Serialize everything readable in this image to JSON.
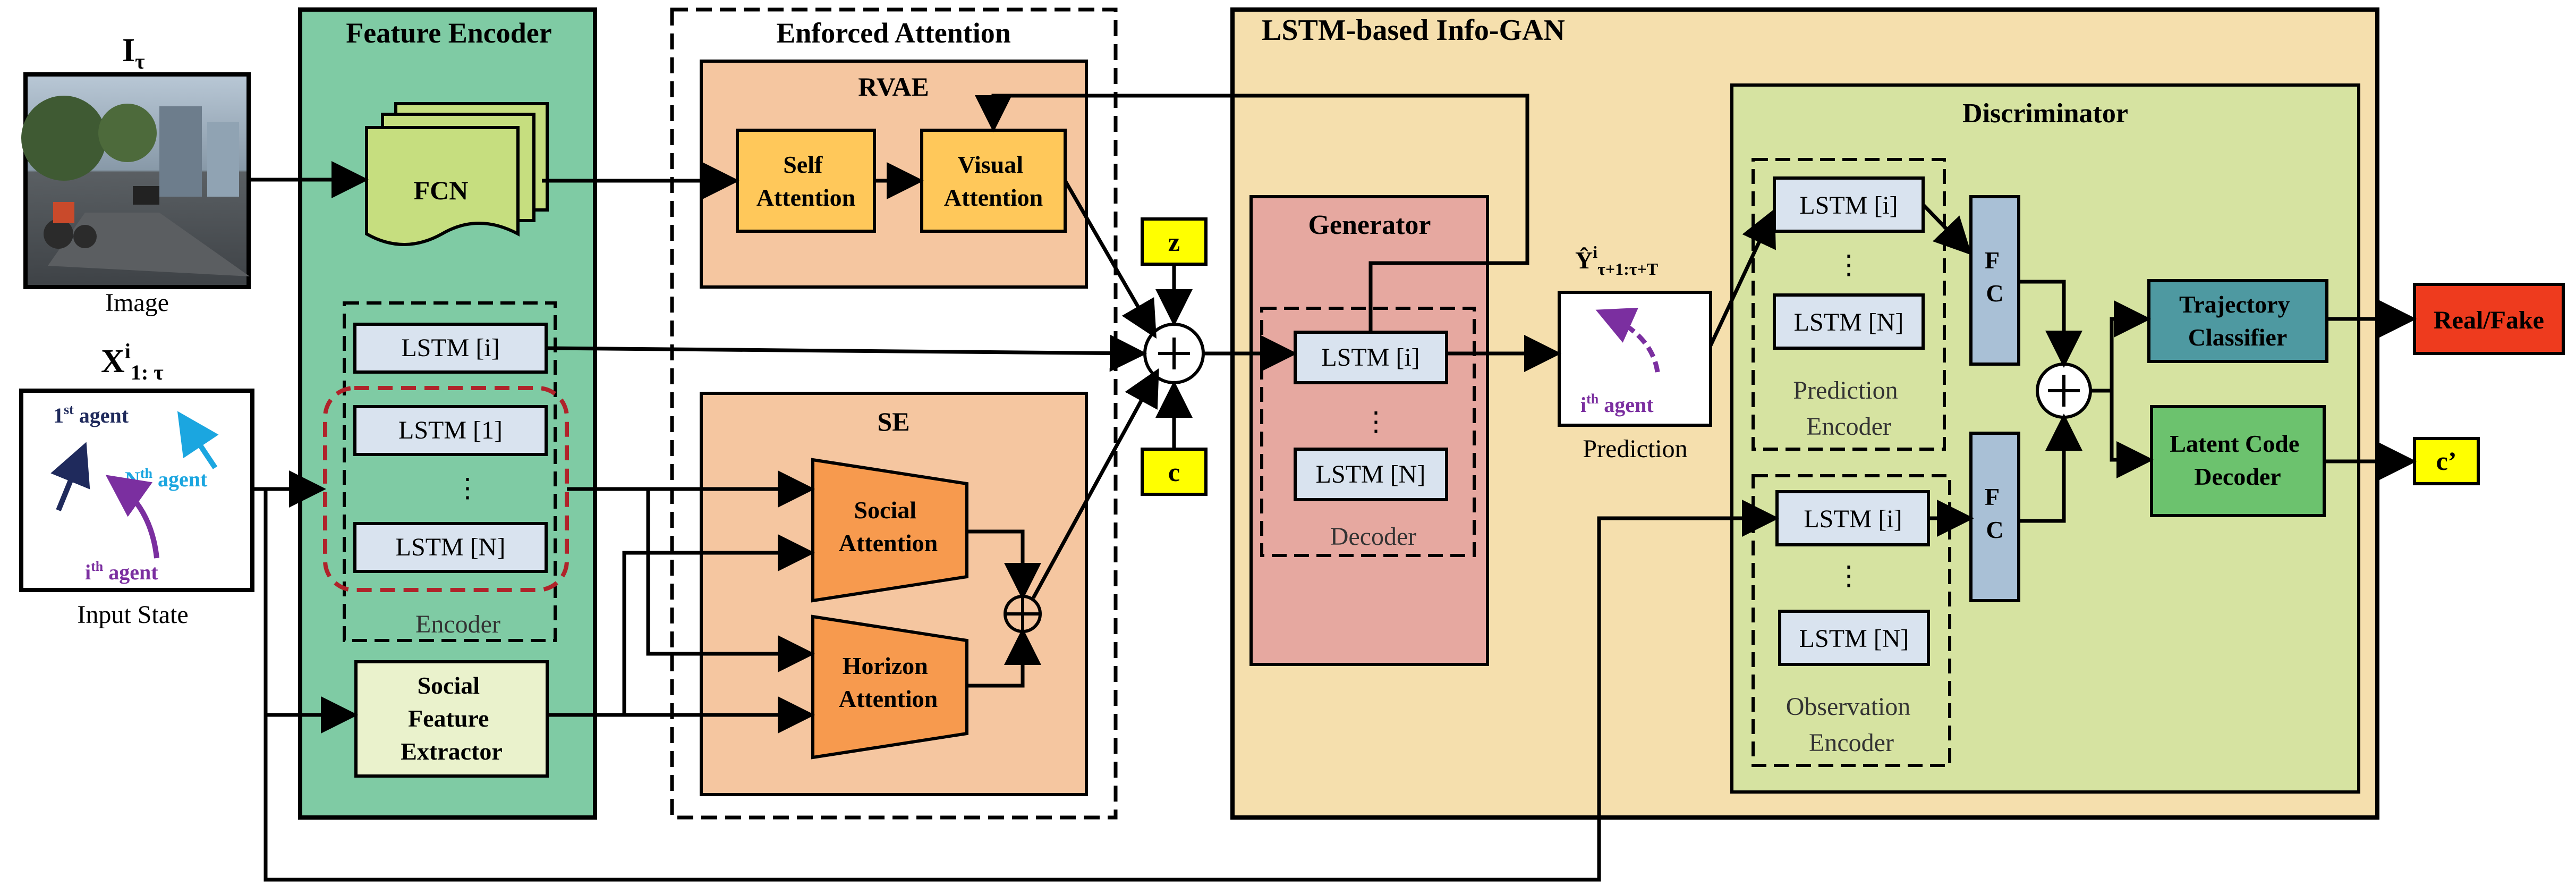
{
  "image_input": {
    "label_main": "I",
    "label_sub": "τ",
    "caption": "Image"
  },
  "input_state": {
    "label_main": "X",
    "label_sup": "i",
    "label_sub": "1: τ",
    "first_agent_sup": "st",
    "first_agent": "1",
    "first_agent_word": "agent",
    "nth_agent": "N",
    "nth_agent_sup": "th",
    "nth_agent_word": "agent",
    "ith_agent": "i",
    "ith_agent_sup": "th",
    "ith_agent_word": "agent",
    "caption": "Input State"
  },
  "feature_encoder": {
    "title": "Feature Encoder",
    "fcn": "FCN",
    "lstm_i": "LSTM [i]",
    "lstm_1": "LSTM [1]",
    "dots": "⋮",
    "lstm_n": "LSTM [N]",
    "encoder_label": "Encoder",
    "social_feature_extractor": [
      "Social",
      "Feature",
      "Extractor"
    ]
  },
  "enforced_attention": {
    "title": "Enforced Attention",
    "rvae_title": "RVAE",
    "self_attention": [
      "Self",
      "Attention"
    ],
    "visual_attention": [
      "Visual",
      "Attention"
    ],
    "se_title": "SE",
    "social_attention": [
      "Social",
      "Attention"
    ],
    "horizon_attention": [
      "Horizon",
      "Attention"
    ]
  },
  "noise": {
    "z": "z",
    "c": "c"
  },
  "info_gan": {
    "title": "LSTM-based Info-GAN",
    "generator": {
      "title": "Generator",
      "lstm_i": "LSTM [i]",
      "dots": "⋮",
      "lstm_n": "LSTM [N]",
      "decoder_label": "Decoder"
    },
    "prediction": {
      "label_main": "Ŷ",
      "label_sup": "i",
      "label_sub": "τ+1:τ+T",
      "ith_agent": "i",
      "ith_agent_sup": "th",
      "ith_agent_word": "agent",
      "caption": "Prediction"
    },
    "discriminator": {
      "title": "Discriminator",
      "pred_lstm_i": "LSTM [i]",
      "pred_dots": "⋮",
      "pred_lstm_n": "LSTM [N]",
      "pred_encoder_label": [
        "Prediction",
        "Encoder"
      ],
      "obs_lstm_i": "LSTM [i]",
      "obs_dots": "⋮",
      "obs_lstm_n": "LSTM [N]",
      "obs_encoder_label": [
        "Observation",
        "Encoder"
      ],
      "fc": [
        "F",
        "C"
      ],
      "trajectory_classifier": [
        "Trajectory",
        "Classifier"
      ],
      "latent_code_decoder": [
        "Latent Code",
        "Decoder"
      ]
    },
    "outputs": {
      "real_fake": "Real/Fake",
      "c_prime": "c’"
    }
  },
  "colors": {
    "feature_encoder_bg": "#7fcba4",
    "enforced_attention_bg": "#ffffff",
    "rvae_se_bg": "#f5c6a0",
    "attention_block": "#ffc85a",
    "se_attention": "#f79a4e",
    "info_gan_bg": "#f5dfad",
    "generator_bg": "#e6a8a0",
    "discriminator_bg": "#d6e3a1",
    "lstm_block": "#d9e3ef",
    "fc_block": "#a9c0d6",
    "trajectory_classifier": "#4e99a1",
    "latent_code_decoder": "#6cc26e",
    "real_fake": "#ee3b1e",
    "yellow_box": "#ffff00",
    "fcn": "#c6de7f",
    "social_extractor": "#eaf2cc",
    "agent_dark": "#1f2a5c",
    "agent_cyan": "#1ba6e0",
    "agent_purple": "#7b2fa0",
    "encoder_dashed": "#b0232a"
  }
}
